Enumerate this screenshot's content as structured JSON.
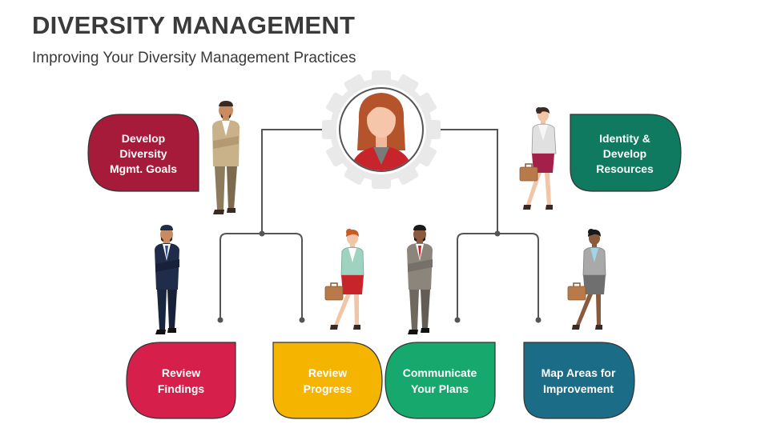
{
  "header": {
    "title": "DIVERSITY MANAGEMENT",
    "subtitle": "Improving Your Diversity Management Practices"
  },
  "colors": {
    "develop_goals": "#a61a3a",
    "identity_resources": "#0f7a60",
    "review_findings": "#d61f4a",
    "review_progress": "#f5b400",
    "communicate_plans": "#16a86c",
    "map_areas": "#1b6c87",
    "connector": "#555555",
    "gear": "#e9e9e9"
  },
  "boxes": {
    "develop_goals": {
      "lines": [
        "Develop",
        "Diversity",
        "Mgmt. Goals"
      ]
    },
    "identity_resources": {
      "lines": [
        "Identity &",
        "Develop",
        "Resources"
      ]
    },
    "review_findings": {
      "lines": [
        "Review",
        "Findings"
      ]
    },
    "review_progress": {
      "lines": [
        "Review",
        "Progress"
      ]
    },
    "communicate_plans": {
      "lines": [
        "Communicate",
        "Your Plans"
      ]
    },
    "map_areas": {
      "lines": [
        "Map Areas for",
        "Improvement"
      ]
    }
  },
  "icons": {
    "center": "leader-woman-avatar",
    "people": [
      "businessman-arms-crossed",
      "businesswoman-with-briefcase",
      "businessman-navy-suit",
      "businesswoman-red-skirt",
      "businessman-grey-suit",
      "businesswoman-grey-skirt"
    ]
  }
}
